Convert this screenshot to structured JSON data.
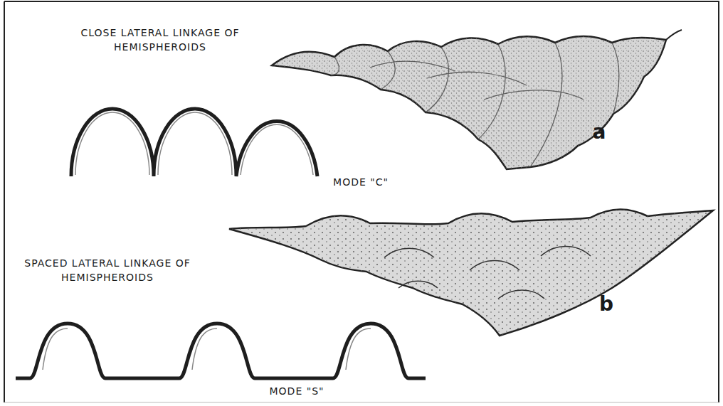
{
  "diagram": {
    "labels": [
      "CLOSE LATERAL LINKAGE OF HEMISPHEROIDS",
      "a",
      "MODE \"C\"",
      "SPACED LATERAL LINKAGE OF HEMISPHEROIDS",
      "b",
      "MODE \"S\""
    ]
  }
}
